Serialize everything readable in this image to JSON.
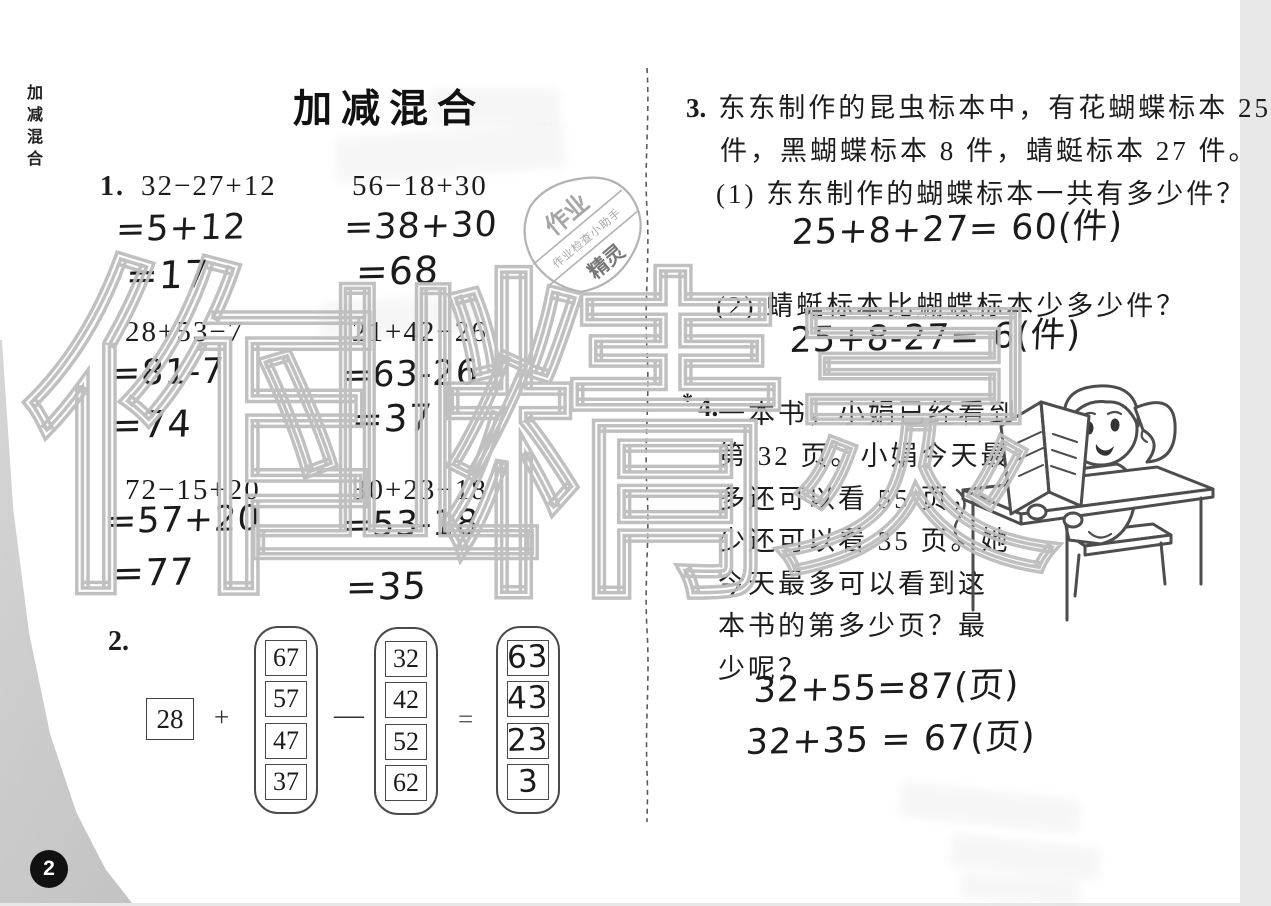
{
  "page": {
    "sidebar_label": "加减混合",
    "title": "加减混合",
    "page_number": "2"
  },
  "stamp": {
    "top": "作业",
    "middle": "作业检查小助手",
    "bottom": "精灵"
  },
  "watermark": {
    "chars": [
      "作",
      "业",
      "精",
      "灵"
    ]
  },
  "problem1": {
    "number": "1.",
    "exercises": [
      {
        "expr": "32−27+12",
        "steps": [
          "=5+12",
          "=17"
        ]
      },
      {
        "expr": "56−18+30",
        "steps": [
          "=38+30",
          "=68"
        ]
      },
      {
        "expr": "28+53−7",
        "steps": [
          "=81-7",
          "=74"
        ]
      },
      {
        "expr": "21+42−26",
        "steps": [
          "=63-26",
          "=37"
        ]
      },
      {
        "expr": "72−15+20",
        "steps": [
          "=57+20",
          "=77"
        ]
      },
      {
        "expr": "30+23−18",
        "steps": [
          "=53-18",
          "=35"
        ]
      }
    ]
  },
  "problem2": {
    "number": "2.",
    "addend": "28",
    "plus": "+",
    "minus": "—",
    "equals": "=",
    "column_add": [
      "67",
      "57",
      "47",
      "37"
    ],
    "column_sub": [
      "32",
      "42",
      "52",
      "62"
    ],
    "column_result": [
      "63",
      "43",
      "23",
      "3"
    ]
  },
  "problem3": {
    "number": "3.",
    "line1": "东东制作的昆虫标本中，有花蝴蝶标本 25",
    "line2": "件，黑蝴蝶标本 8 件，蜻蜓标本 27 件。",
    "q1": "(1) 东东制作的蝴蝶标本一共有多少件？",
    "a1": "25+8+27= 60(件)",
    "q2": "(2) 蜻蜓标本比蝴蝶标本少多少件？",
    "a2": "25+8-27= 6(件)"
  },
  "problem4": {
    "star": "*",
    "number": "4.",
    "lines": [
      "一本书，小娟已经看到",
      "第 32 页。小娟今天最",
      "多还可以看 55 页，最",
      "少还可以看 35 页。她",
      "今天最多可以看到这",
      "本书的第多少页？最",
      "少呢？"
    ],
    "a1": "32+55=87(页)",
    "a2": "32+35 = 67(页)"
  }
}
